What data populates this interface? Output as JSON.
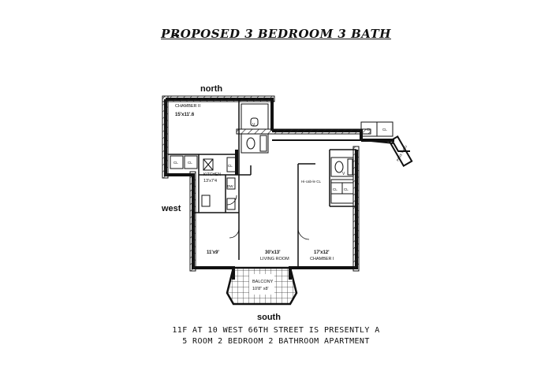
{
  "title": "PROPOSED 3 BEDROOM 3 BATH",
  "compass": {
    "north": "north",
    "west": "west",
    "south": "south"
  },
  "rooms": {
    "chamber2_name": "CHAMBER II",
    "chamber2_size": "15'x11'.6",
    "kitchen_name": "KITCHEN",
    "kitchen_size": "13'x7'4",
    "dw": "DW",
    "dining_size": "11'x9'",
    "living_size": "30'x13'",
    "living_name": "LIVING ROOM",
    "chamber1_size": "17'x12'",
    "chamber1_name": "CHAMBER I",
    "pass_thru": "PASS THRU",
    "hi_cl": "Hi-cab-le CL",
    "balcony_name": "BALCONY",
    "balcony_size": "10'8\" x8'",
    "cl": "CL",
    "v": "V"
  },
  "footer": {
    "line1": "11F AT 10 WEST 66TH STREET IS PRESENTLY A",
    "line2": "5 ROOM 2 BEDROOM 2 BATHROOM APARTMENT"
  }
}
